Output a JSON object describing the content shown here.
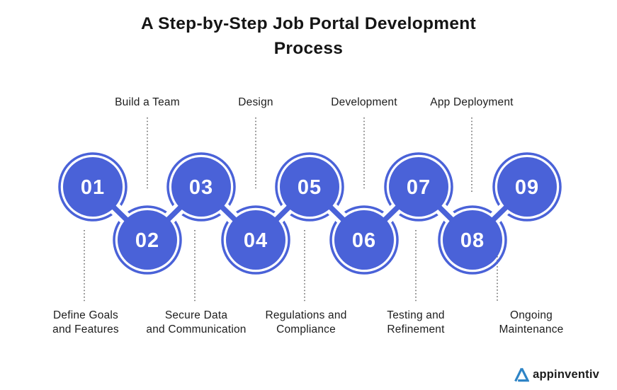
{
  "title": {
    "line1": "A Step-by-Step Job Portal Development",
    "line2": "Process"
  },
  "steps": [
    {
      "number": "01",
      "label": "Define Goals\nand Features",
      "label_position": "bottom"
    },
    {
      "number": "02",
      "label": "Build a Team",
      "label_position": "top"
    },
    {
      "number": "03",
      "label": "Secure Data\nand Communication",
      "label_position": "bottom"
    },
    {
      "number": "04",
      "label": "Design",
      "label_position": "top"
    },
    {
      "number": "05",
      "label": "Regulations and\nCompliance",
      "label_position": "bottom"
    },
    {
      "number": "06",
      "label": "Development",
      "label_position": "top"
    },
    {
      "number": "07",
      "label": "Testing and\nRefinement",
      "label_position": "bottom"
    },
    {
      "number": "08",
      "label": "App Deployment",
      "label_position": "top"
    },
    {
      "number": "09",
      "label": "Ongoing\nMaintenance",
      "label_position": "bottom"
    }
  ],
  "logo": {
    "text": "appinventiv",
    "mark": "triangle-a-icon"
  },
  "colors": {
    "step_blue": "#4A62D8",
    "logo_blue": "#2E84C6",
    "text_dark": "#1D1D1D",
    "dotted_line": "#4A4A4A",
    "background": "#FFFFFF"
  }
}
